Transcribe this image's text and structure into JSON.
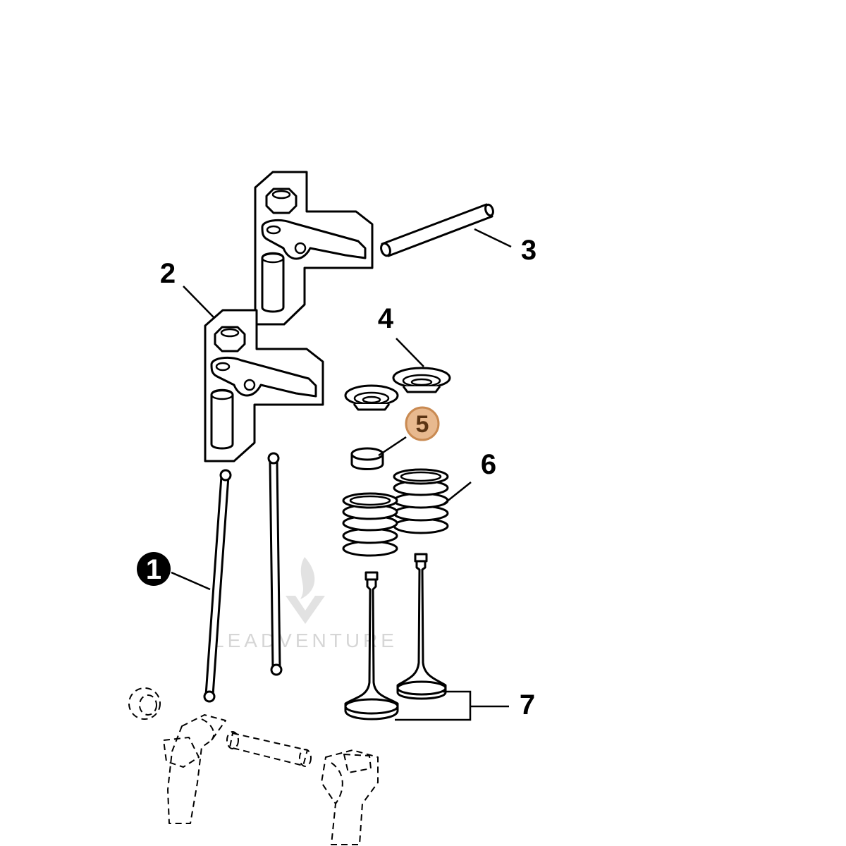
{
  "watermark": {
    "text": "LEADVENTURE"
  },
  "callouts": [
    {
      "id": "1",
      "label": "1",
      "style": "filled-circle"
    },
    {
      "id": "2",
      "label": "2",
      "style": "plain"
    },
    {
      "id": "3",
      "label": "3",
      "style": "plain"
    },
    {
      "id": "4",
      "label": "4",
      "style": "plain"
    },
    {
      "id": "5",
      "label": "5",
      "style": "highlighted-circle"
    },
    {
      "id": "6",
      "label": "6",
      "style": "plain"
    },
    {
      "id": "7",
      "label": "7",
      "style": "plain"
    }
  ],
  "colors": {
    "line": "#000000",
    "background": "#ffffff",
    "highlight_fill": "#e8b98f",
    "highlight_stroke": "#c98a52",
    "highlight_text": "#5a3414",
    "watermark": "#d6d6d6"
  }
}
